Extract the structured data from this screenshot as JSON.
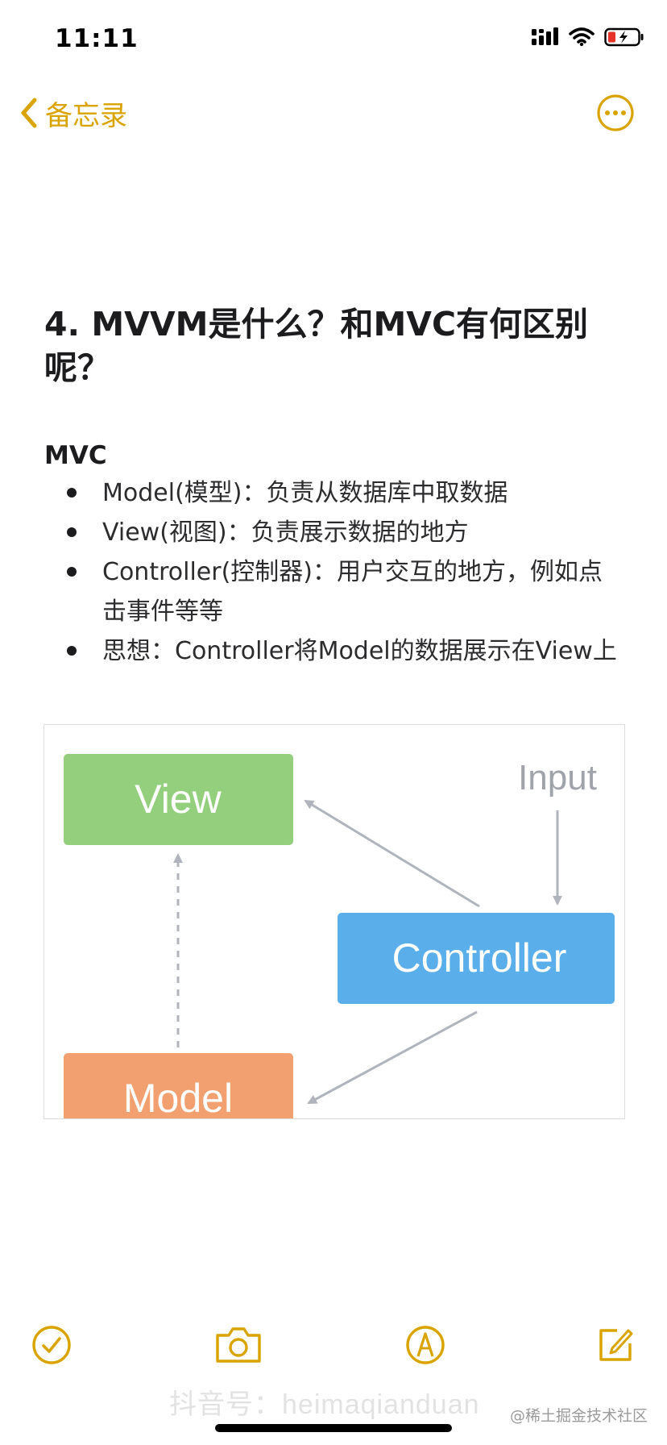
{
  "status_bar": {
    "time": "11:11"
  },
  "nav": {
    "back_label": "备忘录",
    "accent_color": "#d9a400"
  },
  "note": {
    "title": "4. MVVM是什么？和MVC有何区别呢？",
    "section_heading": "MVC",
    "bullets": [
      "Model(模型)：负责从数据库中取数据",
      "View(视图)：负责展示数据的地方",
      "Controller(控制器)：用户交互的地方，例如点击事件等等",
      "思想：Controller将Model的数据展示在View上"
    ]
  },
  "diagram": {
    "view_label": "View",
    "controller_label": "Controller",
    "model_label": "Model",
    "input_label": "Input",
    "colors": {
      "view": "#93cf7d",
      "controller": "#5aaeea",
      "model": "#f3a070",
      "arrow": "#b0b4bc"
    }
  },
  "toolbar": {
    "icons": [
      "checklist-icon",
      "camera-icon",
      "markup-icon",
      "compose-icon"
    ]
  },
  "watermarks": {
    "douyin": "抖音号：heimaqianduan",
    "juejin": "@稀土掘金技术社区"
  }
}
